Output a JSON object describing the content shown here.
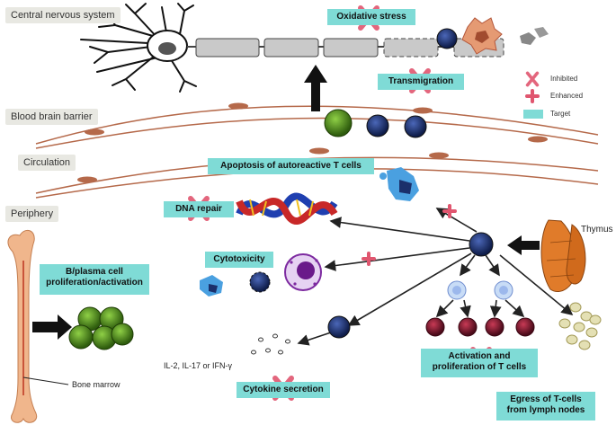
{
  "regions": {
    "cns": "Central nervous system",
    "bbb": "Blood brain barrier",
    "circulation": "Circulation",
    "periphery": "Periphery"
  },
  "targets": {
    "oxidative_stress": "Oxidative stress",
    "transmigration": "Transmigration",
    "apoptosis": "Apoptosis of autoreactive T cells",
    "dna_repair": "DNA repair",
    "cytotoxicity": "Cytotoxicity",
    "b_plasma": "B/plasma cell proliferation/activation",
    "activation": "Activation and proliferation of T cells",
    "cytokine": "Cytokine secretion",
    "egress": "Egress of T-cells from lymph nodes"
  },
  "labels": {
    "thymus": "Thymus",
    "bone_marrow": "Bone marrow",
    "cytokines": "IL-2, IL-17 or IFN-γ"
  },
  "legend": {
    "inhibited": "Inhibited",
    "enhanced": "Enhanced",
    "target": "Target"
  },
  "colors": {
    "target_fill": "#7fdbd6",
    "inhibit_x": "#e0566f",
    "enhance_plus": "#e0566f",
    "tcell": "#1b2f6b",
    "bcell": "#4e8a1e",
    "region_fill": "#e8e8e2"
  }
}
